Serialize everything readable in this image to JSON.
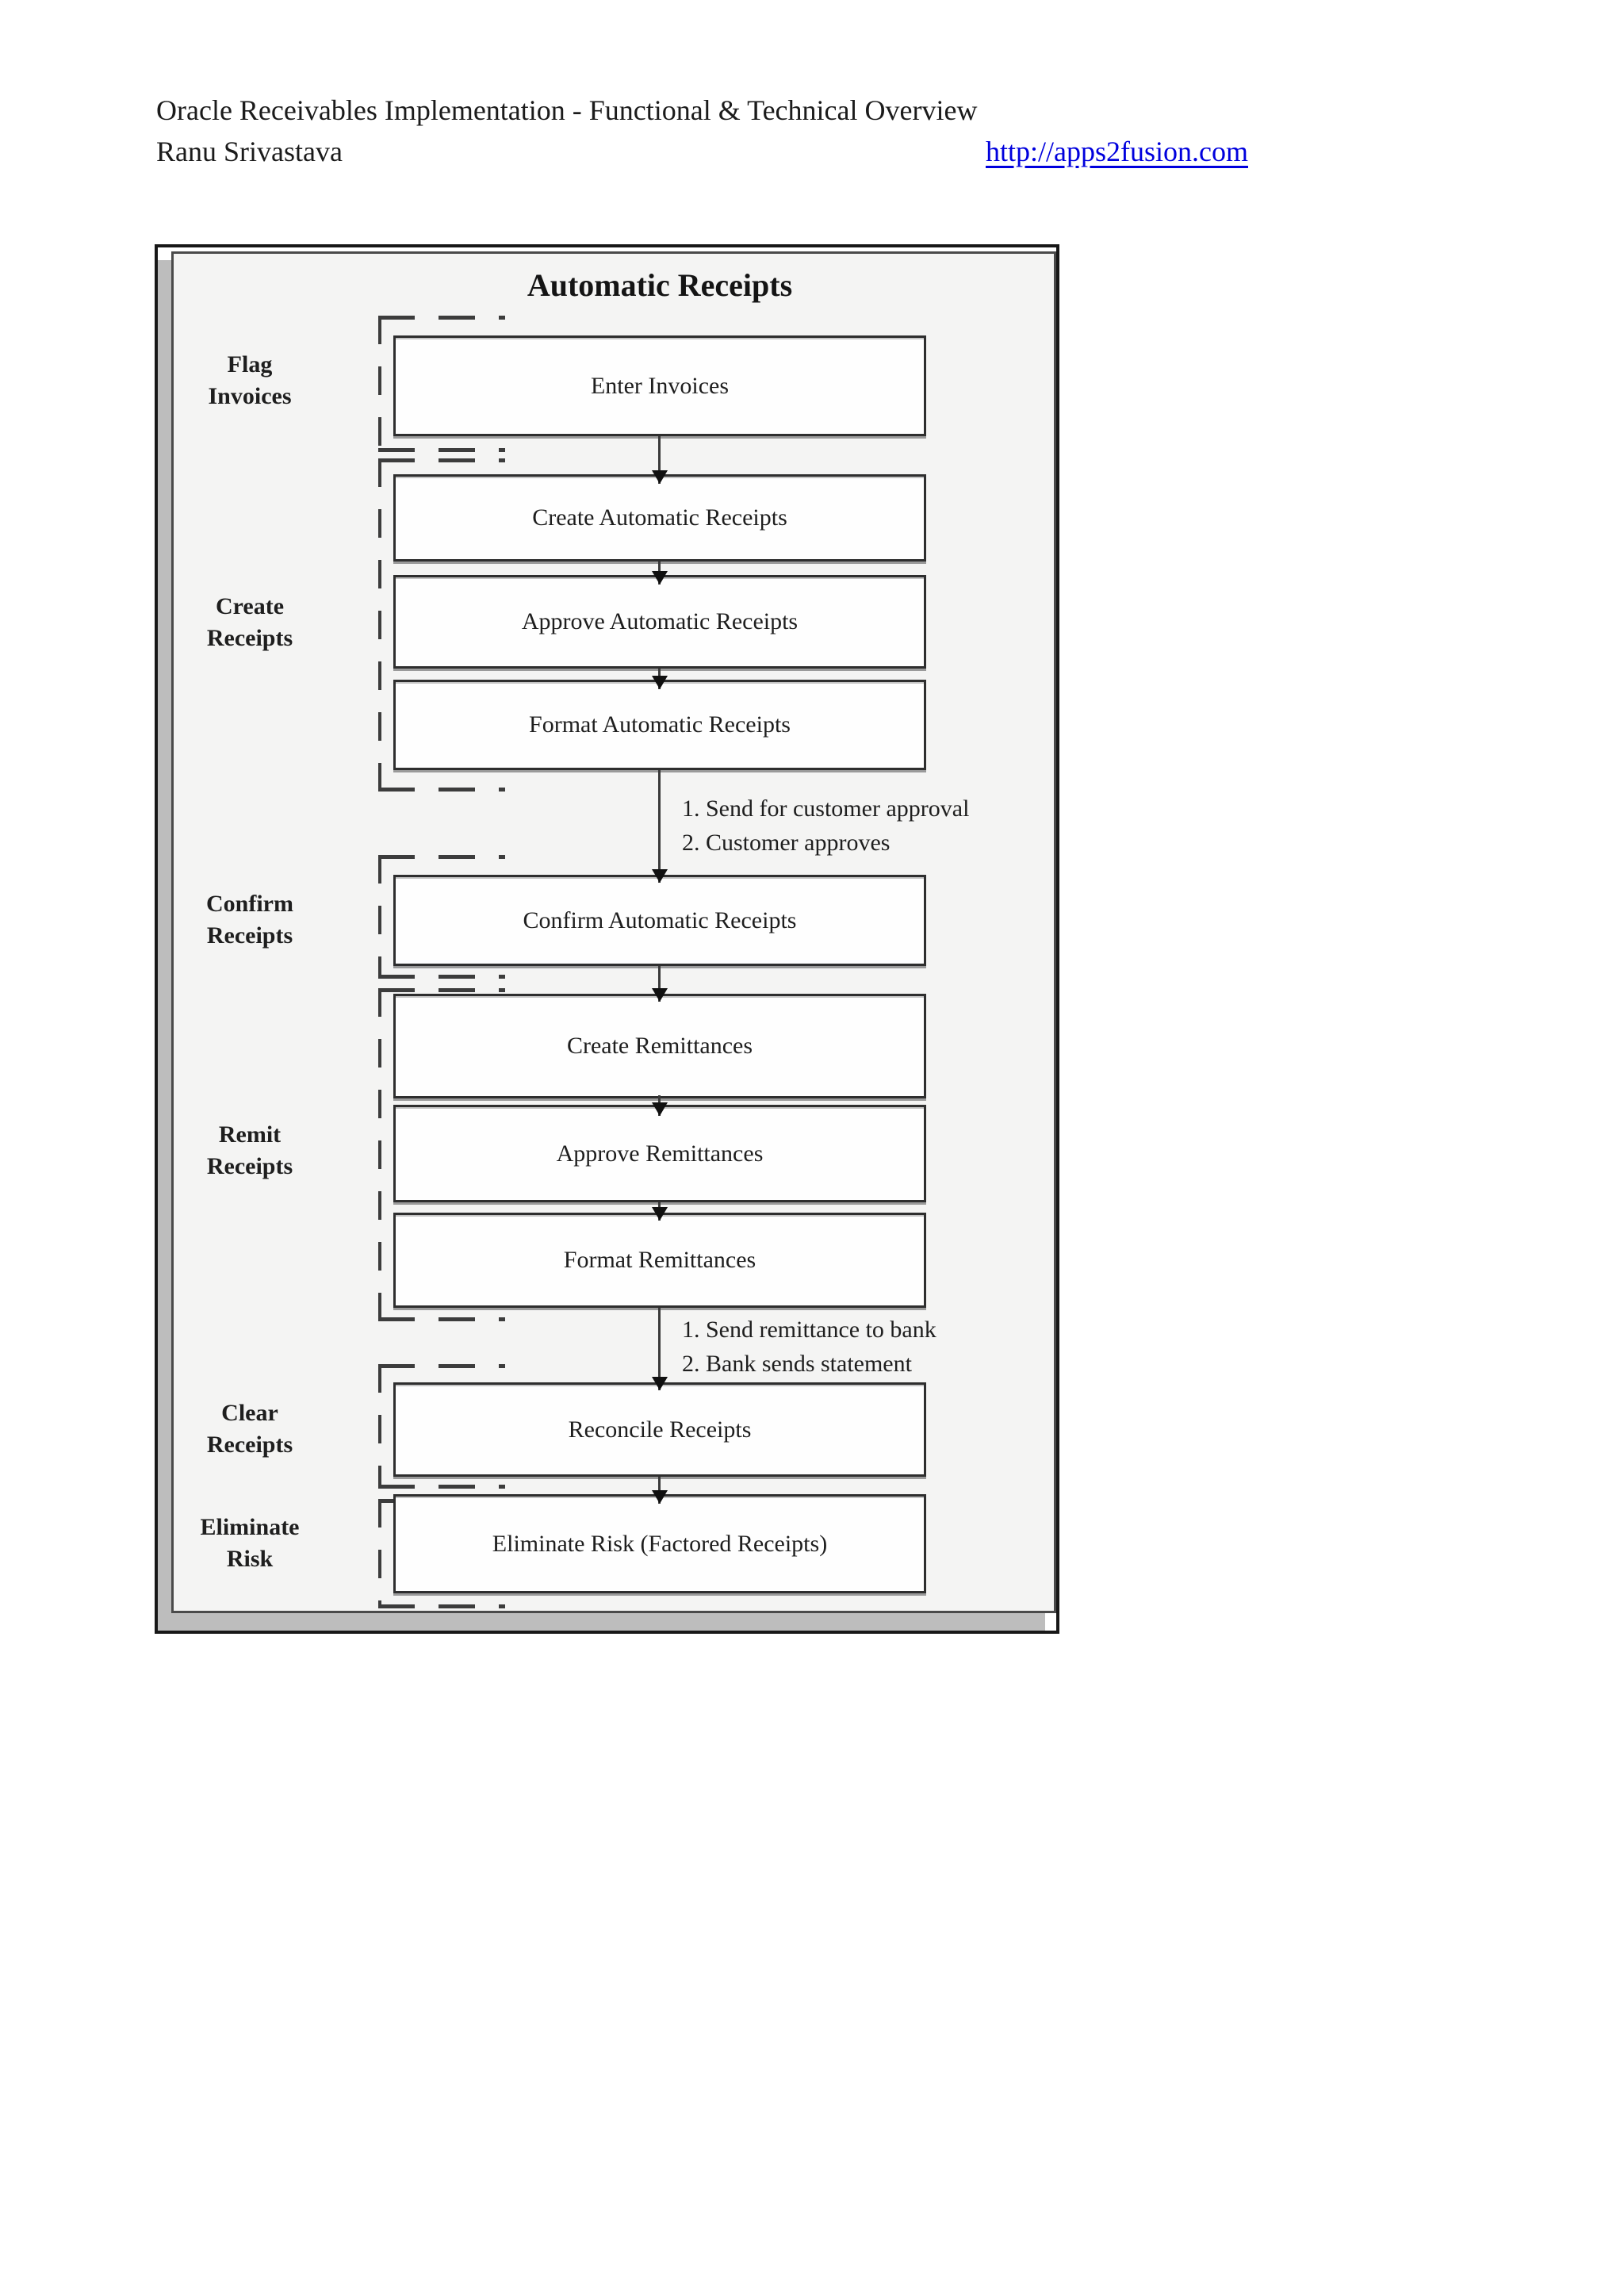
{
  "colors": {
    "link_blue": "#0000dd",
    "panel_gray": "#f4f4f3",
    "shadow_gray": "#bdbdbd"
  },
  "header": {
    "title": "Oracle Receivables Implementation - Functional & Technical Overview",
    "author": "Ranu Srivastava",
    "link": "http://apps2fusion.com"
  },
  "diagram": {
    "title": "Automatic Receipts",
    "side_labels": [
      "Flag\nInvoices",
      "Create\nReceipts",
      "Confirm\nReceipts",
      "Remit\nReceipts",
      "Clear\nReceipts",
      "Eliminate\nRisk"
    ],
    "boxes": [
      "Enter Invoices",
      "Create Automatic Receipts",
      "Approve Automatic Receipts",
      "Format Automatic Receipts",
      "Confirm Automatic Receipts",
      "Create Remittances",
      "Approve Remittances",
      "Format Remittances",
      "Reconcile Receipts",
      "Eliminate Risk (Factored Receipts)"
    ],
    "annotations": [
      "1. Send for customer approval\n2. Customer approves",
      "1. Send remittance to bank\n2. Bank sends statement"
    ]
  }
}
